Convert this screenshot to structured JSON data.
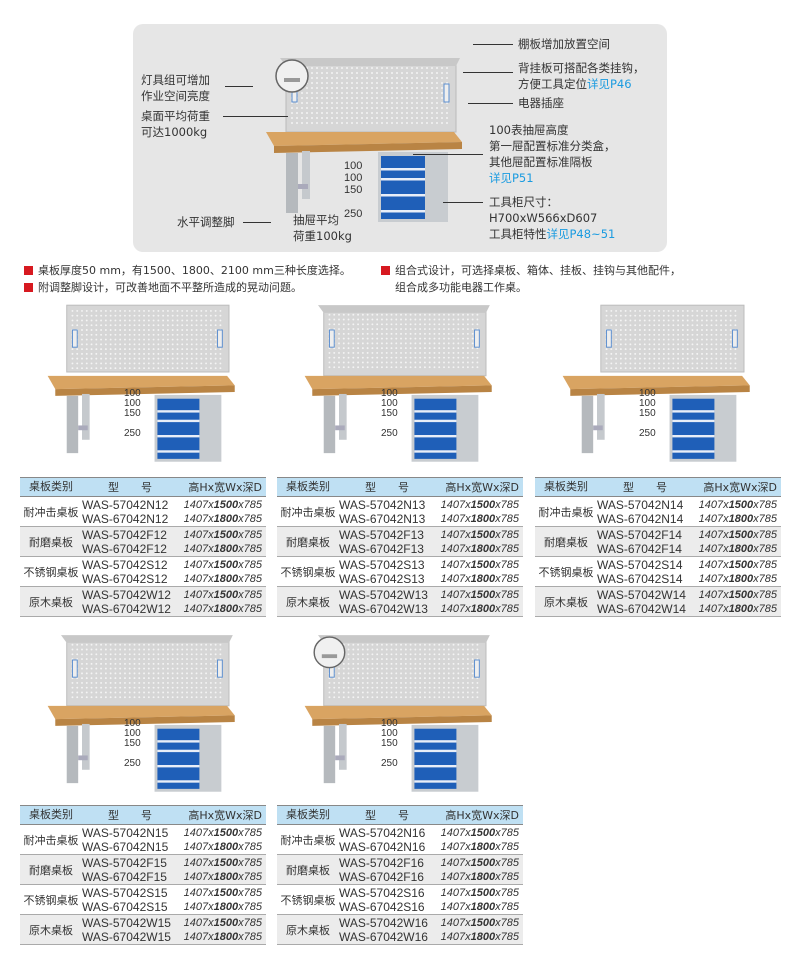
{
  "hero": {
    "labels": {
      "light": [
        "灯具组可增加",
        "作业空间亮度"
      ],
      "load_top": [
        "桌面平均荷重",
        "可达1000kg"
      ],
      "foot": "水平调整脚",
      "shelf": "棚板增加放置空间",
      "pegboard": [
        "背挂板可搭配各类挂钩，",
        "方便工具定位"
      ],
      "pegboard_ref": "详见P46",
      "outlet": "电器插座",
      "drawer_info": [
        "100表抽屉高度",
        "第一屉配置标准分类盒，",
        "其他屉配置标准隔板"
      ],
      "drawer_ref": "详见P51",
      "drawer_load": [
        "抽屉平均",
        "荷重100kg"
      ],
      "cabinet": [
        "工具柜尺寸：",
        "H700xW566xD607",
        "工具柜特性"
      ],
      "cabinet_ref": "详见P48~51"
    },
    "drawer_heights": [
      "100",
      "100",
      "150",
      "250"
    ]
  },
  "notes": {
    "left": [
      "桌板厚度50 mm，有1500、1800、2100 mm三种长度选择。",
      "附调整脚设计，可改善地面不平整所造成的晃动问题。"
    ],
    "right": [
      "组合式设计，可选择桌板、箱体、挂板、挂钩与其他配件，",
      "组合成多功能电器工作桌。"
    ]
  },
  "colors": {
    "accent": "#1a9be0",
    "bullet": "#d71920",
    "table_header": "#bfe0f3",
    "drawer": "#1f5fb8"
  },
  "table_header": [
    "桌板类别",
    "型　　号",
    "高Hx宽Wx深D"
  ],
  "tables": [
    {
      "suffix": "12",
      "rows": [
        {
          "type": "耐冲击桌板",
          "models": [
            "WAS-57042N12",
            "WAS-67042N12"
          ]
        },
        {
          "type": "耐磨桌板",
          "models": [
            "WAS-57042F12",
            "WAS-67042F12"
          ]
        },
        {
          "type": "不锈钢桌板",
          "models": [
            "WAS-57042S12",
            "WAS-67042S12"
          ]
        },
        {
          "type": "原木桌板",
          "models": [
            "WAS-57042W12",
            "WAS-67042W12"
          ]
        }
      ]
    },
    {
      "suffix": "13",
      "rows": [
        {
          "type": "耐冲击桌板",
          "models": [
            "WAS-57042N13",
            "WAS-67042N13"
          ]
        },
        {
          "type": "耐磨桌板",
          "models": [
            "WAS-57042F13",
            "WAS-67042F13"
          ]
        },
        {
          "type": "不锈钢桌板",
          "models": [
            "WAS-57042S13",
            "WAS-67042S13"
          ]
        },
        {
          "type": "原木桌板",
          "models": [
            "WAS-57042W13",
            "WAS-67042W13"
          ]
        }
      ]
    },
    {
      "suffix": "14",
      "rows": [
        {
          "type": "耐冲击桌板",
          "models": [
            "WAS-57042N14",
            "WAS-67042N14"
          ]
        },
        {
          "type": "耐磨桌板",
          "models": [
            "WAS-57042F14",
            "WAS-67042F14"
          ]
        },
        {
          "type": "不锈钢桌板",
          "models": [
            "WAS-57042S14",
            "WAS-67042S14"
          ]
        },
        {
          "type": "原木桌板",
          "models": [
            "WAS-57042W14",
            "WAS-67042W14"
          ]
        }
      ]
    },
    {
      "suffix": "15",
      "rows": [
        {
          "type": "耐冲击桌板",
          "models": [
            "WAS-57042N15",
            "WAS-67042N15"
          ]
        },
        {
          "type": "耐磨桌板",
          "models": [
            "WAS-57042F15",
            "WAS-67042F15"
          ]
        },
        {
          "type": "不锈钢桌板",
          "models": [
            "WAS-57042S15",
            "WAS-67042S15"
          ]
        },
        {
          "type": "原木桌板",
          "models": [
            "WAS-57042W15",
            "WAS-67042W15"
          ]
        }
      ]
    },
    {
      "suffix": "16",
      "rows": [
        {
          "type": "耐冲击桌板",
          "models": [
            "WAS-57042N16",
            "WAS-67042N16"
          ]
        },
        {
          "type": "耐磨桌板",
          "models": [
            "WAS-57042F16",
            "WAS-67042F16"
          ]
        },
        {
          "type": "不锈钢桌板",
          "models": [
            "WAS-57042S16",
            "WAS-67042S16"
          ]
        },
        {
          "type": "原木桌板",
          "models": [
            "WAS-57042W16",
            "WAS-67042W16"
          ]
        }
      ]
    }
  ],
  "dims": {
    "h": "1407x",
    "w1": "1500",
    "w2": "1800",
    "d": "x785"
  }
}
